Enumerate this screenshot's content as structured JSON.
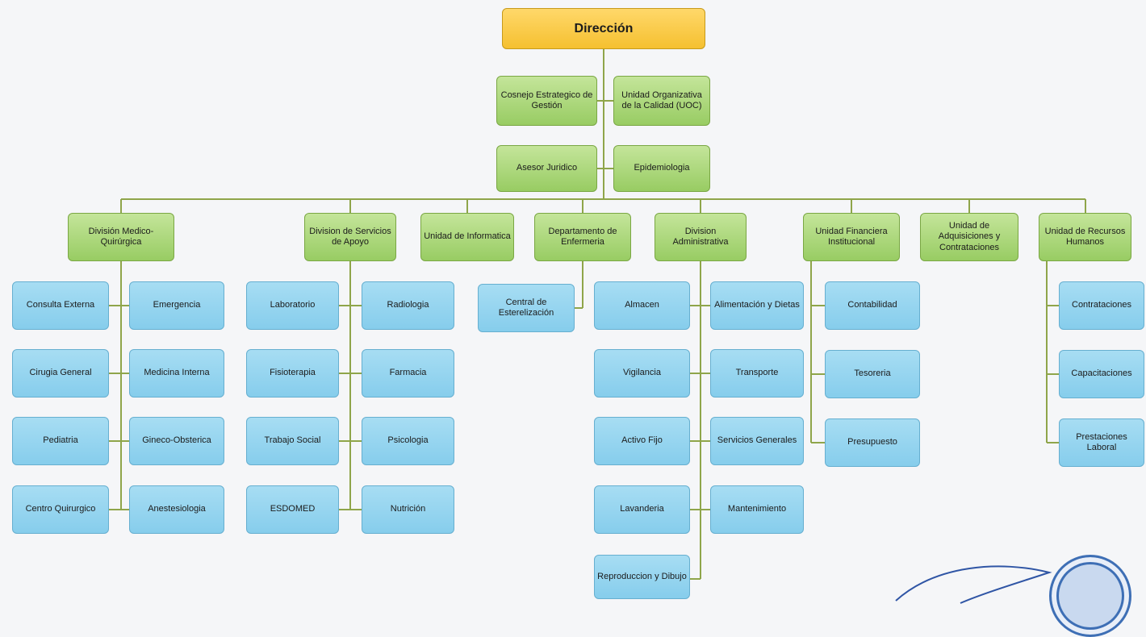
{
  "top": "Dirección",
  "staff": {
    "consejo": "Cosnejo Estrategico de Gestión",
    "uoc": "Unidad Organizativa de la Calidad (UOC)",
    "asesor": "Asesor Juridico",
    "epidemiologia": "Epidemiologia"
  },
  "divisions": {
    "medico": {
      "label": "División Medico-Quirúrgica",
      "units": [
        "Consulta Externa",
        "Emergencia",
        "Cirugia General",
        "Medicina Interna",
        "Pediatria",
        "Gineco-Obsterica",
        "Centro Quirurgico",
        "Anestesiologia"
      ]
    },
    "apoyo": {
      "label": "Division de Servicios de Apoyo",
      "units": [
        "Laboratorio",
        "Radiologia",
        "Fisioterapia",
        "Farmacia",
        "Trabajo Social",
        "Psicologia",
        "ESDOMED",
        "Nutrición"
      ]
    },
    "informatica": {
      "label": "Unidad de Informatica"
    },
    "enfermeria": {
      "label": "Departamento de Enfermeria",
      "units": [
        "Central de Esterelización"
      ]
    },
    "administrativa": {
      "label": "Division Administrativa",
      "units": [
        "Almacen",
        "Alimentación y Dietas",
        "Vigilancia",
        "Transporte",
        "Activo Fijo",
        "Servicios Generales",
        "Lavanderia",
        "Mantenimiento",
        "Reproduccion y Dibujo"
      ]
    },
    "financiera": {
      "label": "Unidad Financiera Institucional",
      "units": [
        "Contabilidad",
        "Tesoreria",
        "Presupuesto"
      ]
    },
    "adquisiciones": {
      "label": "Unidad de Adquisiciones y Contrataciones"
    },
    "rrhh": {
      "label": "Unidad de Recursos Humanos",
      "units": [
        "Contrataciones",
        "Capacitaciones",
        "Prestaciones Laboral"
      ]
    }
  },
  "colors": {
    "top": "#f5c030",
    "green": "#98cc63",
    "blue": "#86cdec",
    "connector": "#8fa54a"
  }
}
